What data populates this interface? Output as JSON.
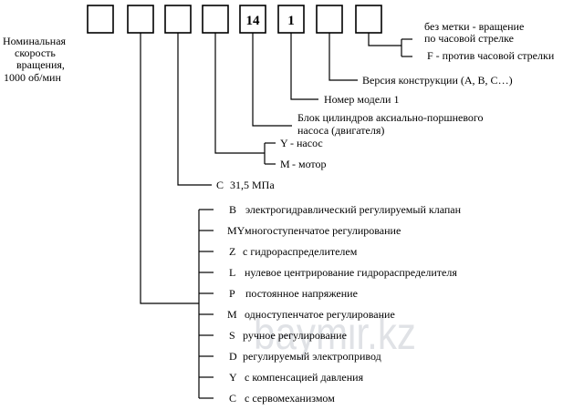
{
  "code_boxes": [
    {
      "value": ""
    },
    {
      "value": ""
    },
    {
      "value": ""
    },
    {
      "value": ""
    },
    {
      "value": "14"
    },
    {
      "value": "1"
    },
    {
      "value": ""
    },
    {
      "value": ""
    }
  ],
  "labels": {
    "rated_speed": [
      "Номинальная",
      "скорость",
      "вращения,",
      "1000 об/мин"
    ],
    "rotation": [
      "без метки - вращение",
      "по часовой стрелке",
      "F - против часовой стрелки"
    ],
    "design_version": "Версия конструкции (A, B, C…)",
    "model_number": "Номер модели 1",
    "cylinder_block": [
      "Блок цилиндров аксиально-поршневого",
      "насоса (двигателя)"
    ],
    "pump_motor": [
      {
        "code": "Y",
        "text": "- насос"
      },
      {
        "code": "M",
        "text": "- мотор"
      }
    ],
    "pressure": {
      "code": "C",
      "text": "31,5 МПа"
    },
    "control_options": [
      {
        "code": "B",
        "text": "электрогидравлический регулируемый клапан"
      },
      {
        "code": "MY",
        "text": "многоступенчатое регулирование"
      },
      {
        "code": "Z",
        "text": "с гидрораспределителем"
      },
      {
        "code": "L",
        "text": "нулевое центрирование гидрораспределителя"
      },
      {
        "code": "P",
        "text": "постоянное напряжение"
      },
      {
        "code": "M",
        "text": "одноступенчатое регулирование"
      },
      {
        "code": "S",
        "text": "ручное регулирование"
      },
      {
        "code": "D",
        "text": "регулируемый электропривод"
      },
      {
        "code": "Y",
        "text": "с компенсацией давления"
      },
      {
        "code": "C",
        "text": "с сервомеханизмом"
      }
    ]
  },
  "watermark": "baymir.kz"
}
